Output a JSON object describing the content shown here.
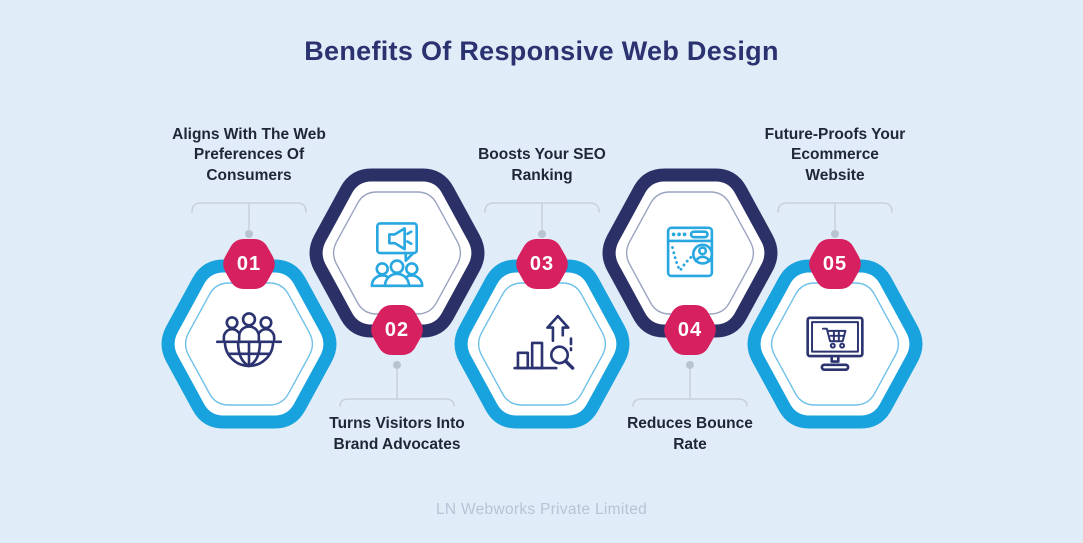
{
  "title": "Benefits Of Responsive Web Design",
  "footer": "LN Webworks Private Limited",
  "colors": {
    "background": "#e0edf8",
    "title": "#2b3270",
    "label": "#1e2637",
    "blue": "#18a2de",
    "navy": "#2b3166",
    "inner_blue": "#6fc0e8",
    "inner_navy": "#9aa3c0",
    "badge": "#d7205f",
    "badge_text": "#ffffff",
    "icon_blue": "#29a7e0",
    "icon_navy": "#2b3470",
    "connector": "#c8d1dc",
    "dot": "#b9c4d1",
    "footer": "#b7c3d6",
    "hex_fill": "#ffffff"
  },
  "items": [
    {
      "number": "01",
      "label": "Aligns With The Web\nPreferences Of\nConsumers",
      "icon": "globe-consumers-icon",
      "variant": "blue",
      "label_position": "top"
    },
    {
      "number": "02",
      "label": "Turns Visitors Into\nBrand Advocates",
      "icon": "audience-megaphone-icon",
      "variant": "navy",
      "label_position": "bottom"
    },
    {
      "number": "03",
      "label": "Boosts Your SEO\nRanking",
      "icon": "seo-growth-icon",
      "variant": "blue",
      "label_position": "top"
    },
    {
      "number": "04",
      "label": "Reduces Bounce\nRate",
      "icon": "bounce-browser-icon",
      "variant": "navy",
      "label_position": "bottom"
    },
    {
      "number": "05",
      "label": "Future-Proofs Your\nEcommerce\nWebsite",
      "icon": "ecommerce-monitor-icon",
      "variant": "blue",
      "label_position": "top"
    }
  ]
}
